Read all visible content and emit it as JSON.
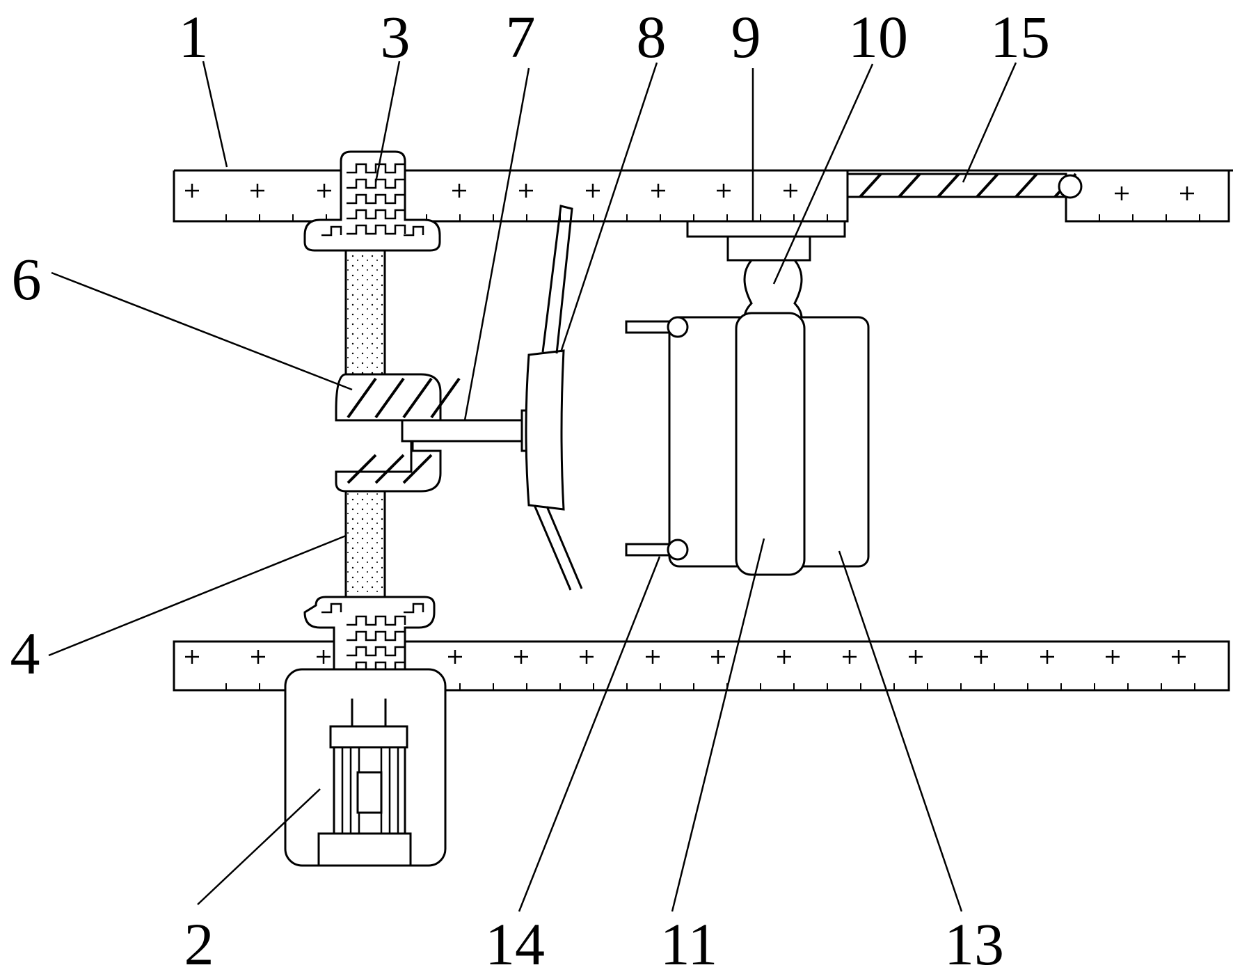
{
  "labels": {
    "l1": "1",
    "l2": "2",
    "l3": "3",
    "l4": "4",
    "l6": "6",
    "l7": "7",
    "l8": "8",
    "l9": "9",
    "l10": "10",
    "l11": "11",
    "l13": "13",
    "l14": "14",
    "l15": "15"
  }
}
